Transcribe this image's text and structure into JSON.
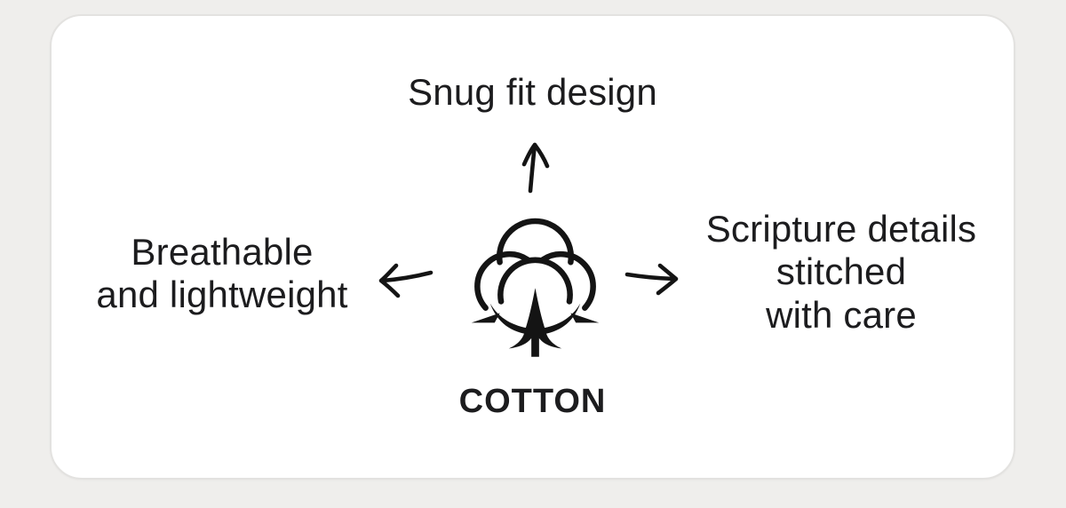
{
  "diagram": {
    "center": {
      "icon": "cotton-flower",
      "label": "COTTON"
    },
    "features": {
      "top": "Snug fit design",
      "left": "Breathable\nand lightweight",
      "right": "Scripture details\nstitched\nwith care"
    }
  },
  "colors": {
    "page_background": "#efeeec",
    "card_background": "#ffffff",
    "card_border": "#e3e2e0",
    "text": "#1c1c1e",
    "line_art": "#141414"
  }
}
